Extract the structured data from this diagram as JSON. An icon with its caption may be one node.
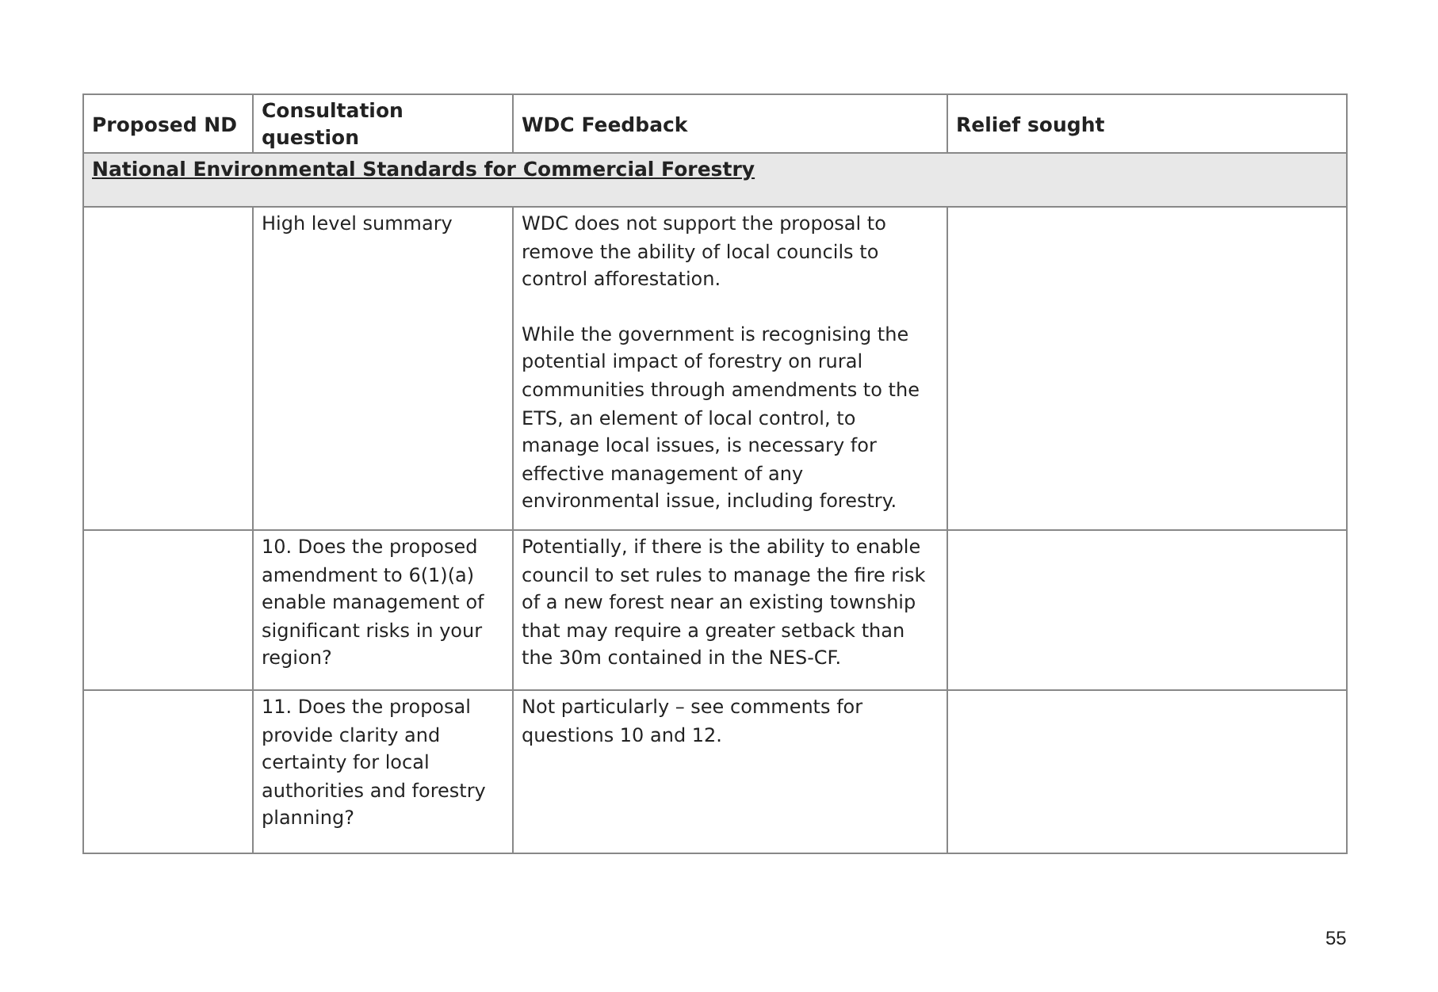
{
  "diagram": {
    "labels": [
      "Proposed ND",
      "Consultation question",
      "WDC Feedback",
      "Relief sought",
      "National Environmental Standards for Commercial Forestry",
      "High level summary",
      "WDC does not support the proposal to remove the ability of local councils to control afforestation.",
      "While the government is recognising the potential impact of forestry on rural communities through amendments to the ETS, an element of local control, to manage local issues, is necessary for effective management of any environmental issue, including forestry.",
      "10. Does the proposed amendment to 6(1)(a) enable management of significant risks in your region?",
      "Potentially, if there is the ability to enable council to set rules to manage the fire risk of a new forest near an existing township that may require a greater setback than the 30m contained in the NES-CF.",
      "11. Does the proposal provide clarity and certainty for local authorities and forestry planning?",
      "Not particularly – see comments for questions 10 and 12.",
      "55"
    ]
  }
}
